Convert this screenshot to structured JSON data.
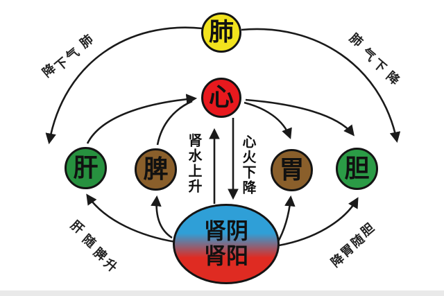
{
  "diagram": {
    "title_semantic": "TCM five-organ qi circulation diagram",
    "nodes": {
      "lung": {
        "label": "肺",
        "color": "#f2e31e"
      },
      "heart": {
        "label": "心",
        "color": "#e8191e"
      },
      "liver": {
        "label": "肝",
        "color": "#27913f"
      },
      "spleen": {
        "label": "脾",
        "color": "#8a5f2b"
      },
      "stomach": {
        "label": "胃",
        "color": "#8a5f2b"
      },
      "gallbladder": {
        "label": "胆",
        "color": "#2b9b46"
      },
      "kidney": {
        "label_line1": "肾阴",
        "label_line2": "肾阳",
        "color_top": "#2f9fd7",
        "color_bottom": "#df2b22"
      }
    },
    "labels": {
      "lung_left": {
        "text": "肺气下降",
        "chars": [
          "肺",
          "气",
          "下",
          "降"
        ]
      },
      "lung_right": {
        "text": "肺气下降",
        "chars": [
          "肺",
          "气",
          "下",
          "降"
        ]
      },
      "kidney_water": {
        "text": "肾水上升"
      },
      "heart_fire": {
        "text": "心火下降"
      },
      "liver_spleen": {
        "text": "肝随脾升",
        "chars": [
          "肝",
          "随",
          "脾",
          "升"
        ]
      },
      "gallbladder_stomach": {
        "text": "胆随胃降",
        "chars": [
          "胆",
          "随",
          "胃",
          "降"
        ]
      }
    },
    "arrow_color": "#1a1a1a",
    "background_color": "#ffffff",
    "footer_strip_color": "#e9e9e9"
  }
}
